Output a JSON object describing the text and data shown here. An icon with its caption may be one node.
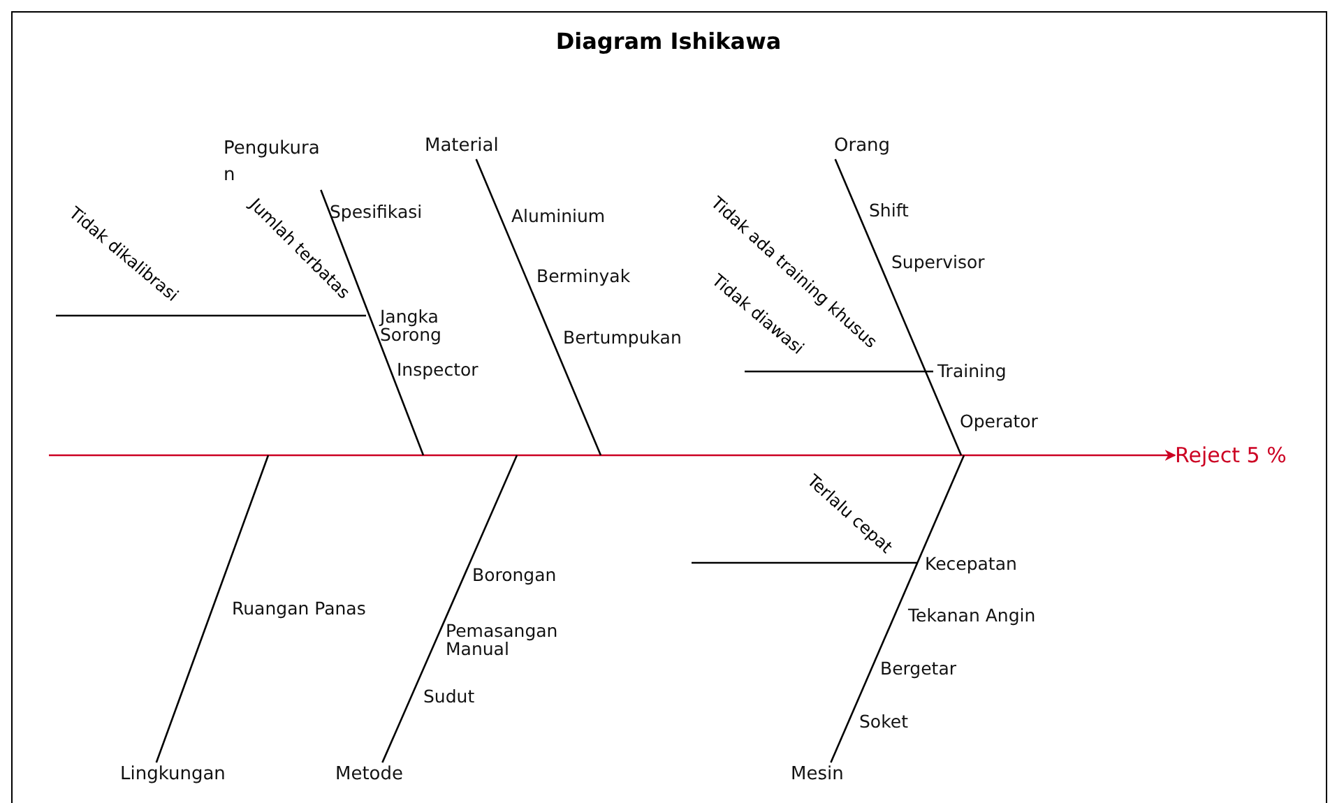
{
  "diagram": {
    "title": "Diagram Ishikawa",
    "nodes": [
      {
        "text": [
          "Pengukuran"
        ]
      },
      {
        "text": [
          "Material"
        ]
      },
      {
        "text": [
          "Orang"
        ]
      },
      {
        "text": [
          "Lingkungan"
        ]
      },
      {
        "text": [
          "Metode"
        ]
      },
      {
        "text": [
          "Mesin"
        ]
      },
      {
        "text": [
          "Reject 5 %"
        ]
      }
    ],
    "edges": [
      {
        "from": null,
        "to": 6,
        "arrow": "to",
        "color": "#cc0022"
      },
      {
        "from": 0,
        "to": null,
        "arrow": "none"
      },
      {
        "from": 1,
        "to": null,
        "arrow": "none"
      },
      {
        "from": 2,
        "to": null,
        "arrow": "none"
      },
      {
        "from": 3,
        "to": null,
        "arrow": "none"
      },
      {
        "from": 4,
        "to": null,
        "arrow": "none"
      },
      {
        "from": 5,
        "to": null,
        "arrow": "none"
      }
    ],
    "labels": [
      "Tidak dikalibrasi",
      "Jumlah terbatas",
      "Spesifikasi",
      "Jangka Sorong",
      "Inspector",
      "Aluminium",
      "Berminyak",
      "Bertumpukan",
      "Tidak ada training khusus",
      "Tidak diawasi",
      "Shift",
      "Supervisor",
      "Training",
      "Operator",
      "Terlalu cepat",
      "Ruangan Panas",
      "Borongan",
      "Pemasangan Manual",
      "Sudut",
      "Kecepatan",
      "Tekanan Angin",
      "Bergetar",
      "Soket"
    ]
  }
}
